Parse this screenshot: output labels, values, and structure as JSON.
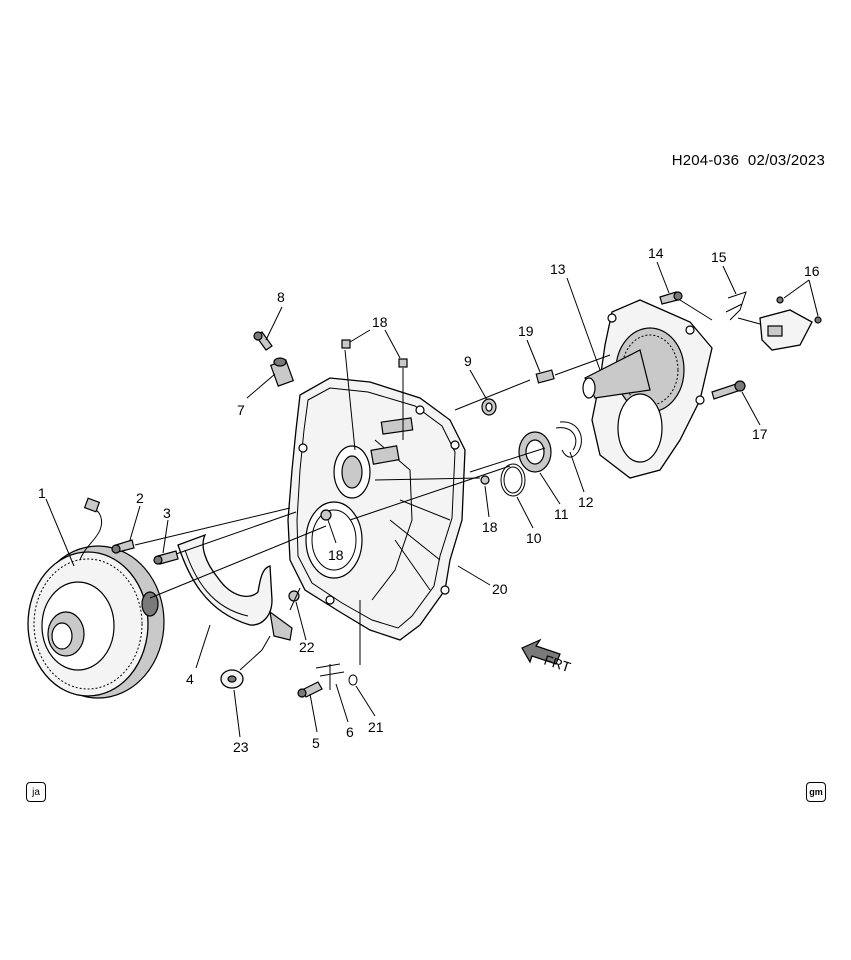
{
  "header": {
    "code": "H204-036",
    "date": "02/03/2023"
  },
  "badges": {
    "left": "ja",
    "right": "gm"
  },
  "front_indicator": "FRT",
  "callouts": [
    "1",
    "2",
    "3",
    "4",
    "5",
    "6",
    "7",
    "8",
    "9",
    "10",
    "11",
    "12",
    "13",
    "14",
    "15",
    "16",
    "17",
    "18",
    "18",
    "18",
    "19",
    "20",
    "21",
    "22",
    "23"
  ]
}
